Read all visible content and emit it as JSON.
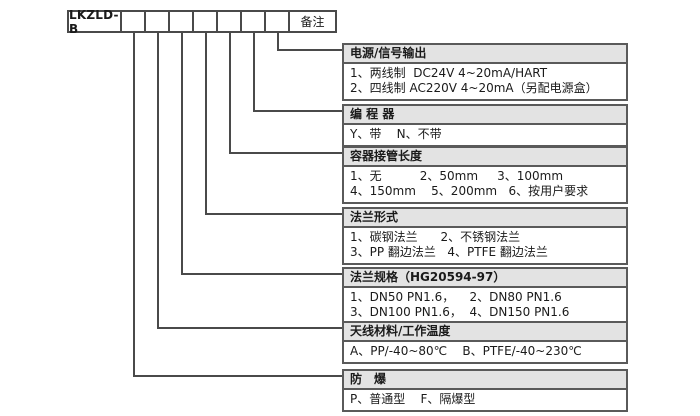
{
  "model_row": {
    "model_label": "LKZLD-B",
    "code_box_count": 7,
    "remark_label": "备注"
  },
  "sections": [
    {
      "title": "电源/信号输出",
      "lines": [
        "1、两线制  DC24V 4~20mA/HART",
        "2、四线制 AC220V 4~20mA（另配电源盒）"
      ]
    },
    {
      "title": "编 程 器",
      "lines": [
        "Y、带    N、不带"
      ]
    },
    {
      "title": "容器接管长度",
      "lines": [
        "1、无          2、50mm     3、100mm",
        "4、150mm    5、200mm   6、按用户要求"
      ]
    },
    {
      "title": "法兰形式",
      "lines": [
        "1、碳钢法兰      2、不锈钢法兰",
        "3、PP 翻边法兰   4、PTFE 翻边法兰"
      ]
    },
    {
      "title": "法兰规格（HG20594-97）",
      "lines": [
        "1、DN50 PN1.6，    2、DN80 PN1.6",
        "3、DN100 PN1.6，  4、DN150 PN1.6"
      ]
    },
    {
      "title": "天线材料/工作温度",
      "lines": [
        "A、PP/-40~80℃    B、PTFE/-40~230℃"
      ]
    },
    {
      "title": "防　爆",
      "lines": [
        "P、普通型    F、隔爆型"
      ]
    }
  ],
  "colors": {
    "header_bg": "#e3e3e3",
    "line": "#4a4a4a",
    "text": "#1a1a1a",
    "background": "#ffffff"
  }
}
